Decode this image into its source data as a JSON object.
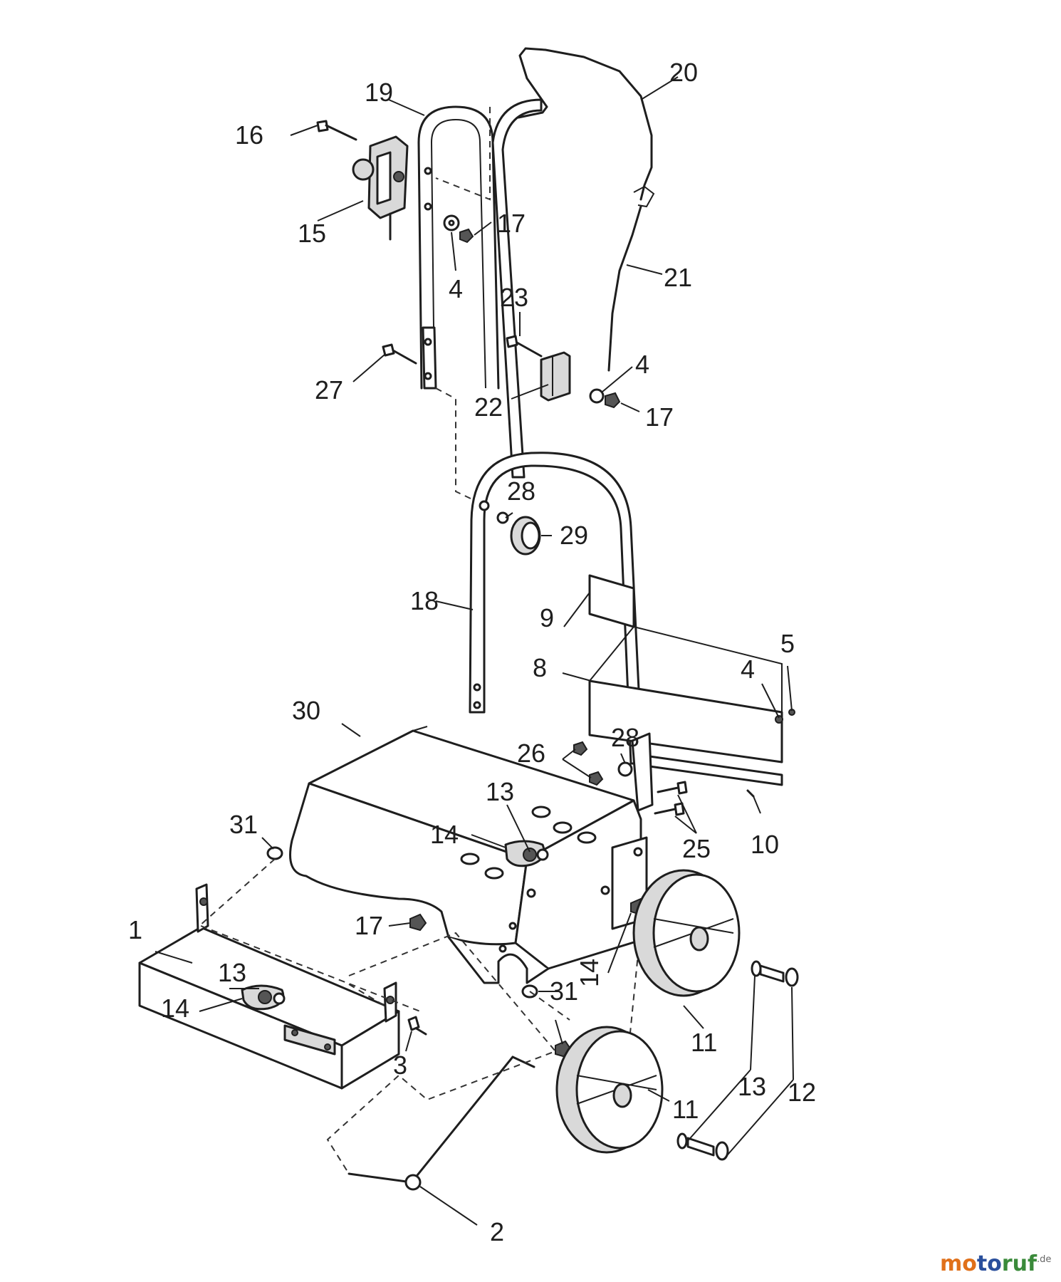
{
  "callouts": {
    "c1": "1",
    "c2": "2",
    "c3": "3",
    "c4a": "4",
    "c4b": "4",
    "c4c": "4",
    "c5": "5",
    "c8": "8",
    "c9": "9",
    "c10": "10",
    "c11a": "11",
    "c11b": "11",
    "c12": "12",
    "c13a": "13",
    "c13b": "13",
    "c13c": "13",
    "c14a": "14",
    "c14b": "14",
    "c14c": "14",
    "c15": "15",
    "c16": "16",
    "c17a": "17",
    "c17b": "17",
    "c17c": "17",
    "c18": "18",
    "c19": "19",
    "c20": "20",
    "c21": "21",
    "c22": "22",
    "c23": "23",
    "c25": "25",
    "c26": "26",
    "c27": "27",
    "c28a": "28",
    "c28b": "28",
    "c29": "29",
    "c30": "30",
    "c31a": "31",
    "c31b": "31"
  },
  "watermark": {
    "mo": "mo",
    "to": "to",
    "ruf": "ruf",
    "tld": ".de",
    "colors": {
      "mo": "#e0701a",
      "to": "#2a4f9c",
      "ruf": "#3a8a3a"
    }
  }
}
